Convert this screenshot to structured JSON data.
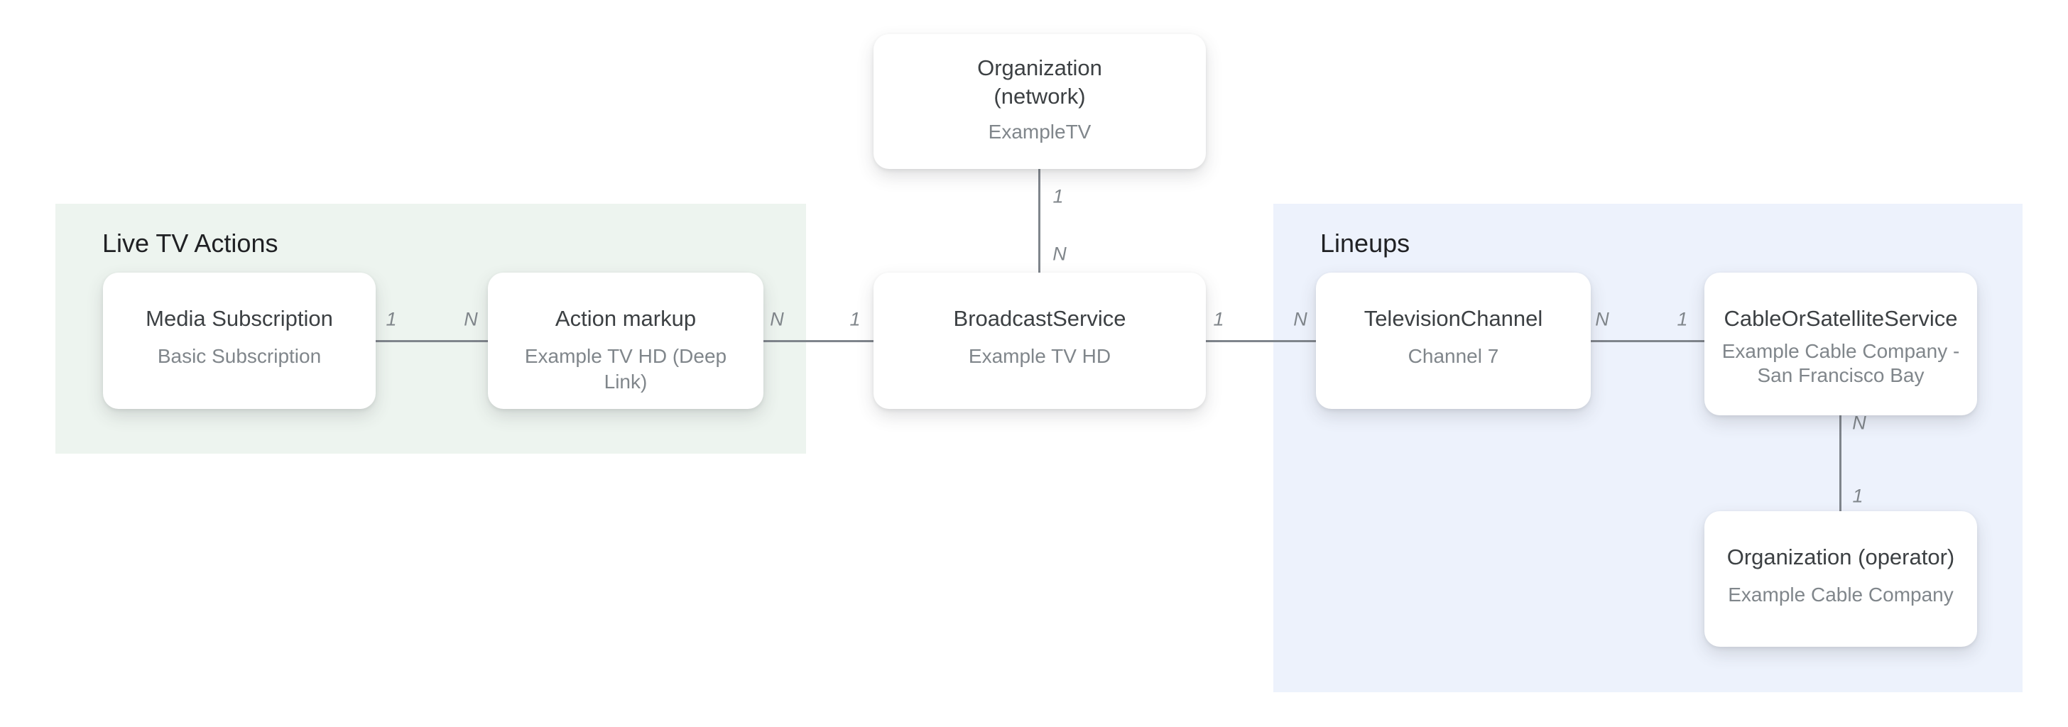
{
  "groups": {
    "live_tv_actions": {
      "label": "Live TV Actions"
    },
    "lineups": {
      "label": "Lineups"
    }
  },
  "nodes": {
    "org_network": {
      "title": "Organization (network)",
      "subtitle": "ExampleTV"
    },
    "media_subscription": {
      "title": "Media Subscription",
      "subtitle": "Basic Subscription"
    },
    "action_markup": {
      "title": "Action markup",
      "subtitle": "Example TV HD (Deep Link)"
    },
    "broadcast_service": {
      "title": "BroadcastService",
      "subtitle": "Example TV HD"
    },
    "television_channel": {
      "title": "TelevisionChannel",
      "subtitle": "Channel 7"
    },
    "cable_or_satellite_service": {
      "title": "CableOrSatelliteService",
      "subtitle": "Example Cable Company - San Francisco Bay"
    },
    "org_operator": {
      "title": "Organization (operator)",
      "subtitle": "Example Cable Company"
    }
  },
  "connectors": {
    "network_to_broadcast": {
      "top_label": "1",
      "bottom_label": "N"
    },
    "media_to_action": {
      "left_label": "1",
      "right_label": "N"
    },
    "action_to_broadcast": {
      "left_label": "N",
      "right_label": "1"
    },
    "broadcast_to_channel": {
      "left_label": "1",
      "right_label": "N"
    },
    "channel_to_cable": {
      "left_label": "N",
      "right_label": "1"
    },
    "cable_to_operator": {
      "top_label": "N",
      "bottom_label": "1"
    }
  },
  "colors": {
    "page_bg": "#ffffff",
    "group_live_tv_bg": "#edf4ef",
    "group_lineups_bg": "#edf2fc",
    "box_bg": "#ffffff",
    "group_title_text": "#202124",
    "box_title_text": "#3c4043",
    "box_subtitle_text": "#80868b",
    "connector_line": "#7f858c",
    "cardinality_text": "#80868b"
  }
}
